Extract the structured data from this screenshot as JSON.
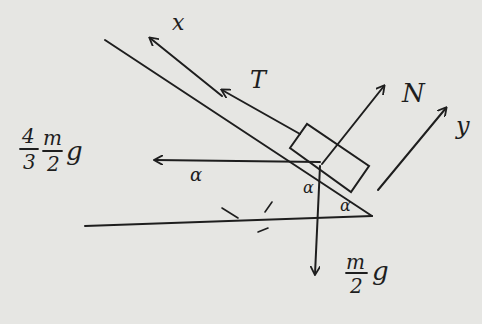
{
  "diagram": {
    "labels": [
      "x",
      "T",
      "N",
      "y",
      "4",
      "3",
      "m",
      "2",
      "g",
      "α",
      "α",
      "α",
      "m",
      "2",
      "g"
    ]
  }
}
